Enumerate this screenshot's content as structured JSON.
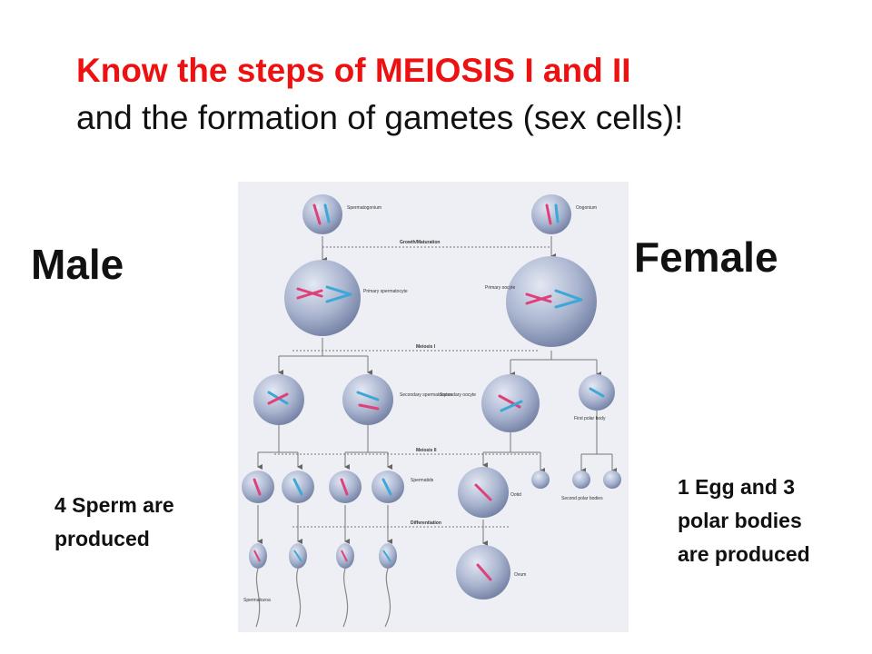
{
  "title": {
    "highlight": "Know the steps of MEIOSIS I and II",
    "rest": "and the formation of gametes (sex cells)!"
  },
  "labels": {
    "male": "Male",
    "female": "Female"
  },
  "notes": {
    "male": "4 Sperm are produced",
    "female": "1 Egg and 3 polar bodies are produced"
  },
  "diagram": {
    "spermatogonium": "Spermatogonium",
    "oogonium": "Oogonium",
    "growth": "Growth/Maturation",
    "primary_spermatocyte": "Primary spermatocyte",
    "primary_oocyte": "Primary oocyte",
    "meiosis_1": "Meiosis I",
    "secondary_spermatocytes": "Secondary spermatocytes",
    "secondary_oocyte": "Secondary oocyte",
    "first_polar_body": "First polar body",
    "meiosis_2": "Meiosis II",
    "spermatids": "Spermatids",
    "ootid": "Ootid",
    "second_polar_bodies": "Second polar bodies",
    "differentiation": "Differentiation",
    "ovum": "Ovum",
    "spermatozoa": "Spermatozoa"
  },
  "colors": {
    "title_red": "#ee1111",
    "cell_fill": "#a9b4cf",
    "chromosome_pink": "#e0407a",
    "chromosome_blue": "#3aa8d8",
    "diagram_bg": "#eeeff4"
  }
}
